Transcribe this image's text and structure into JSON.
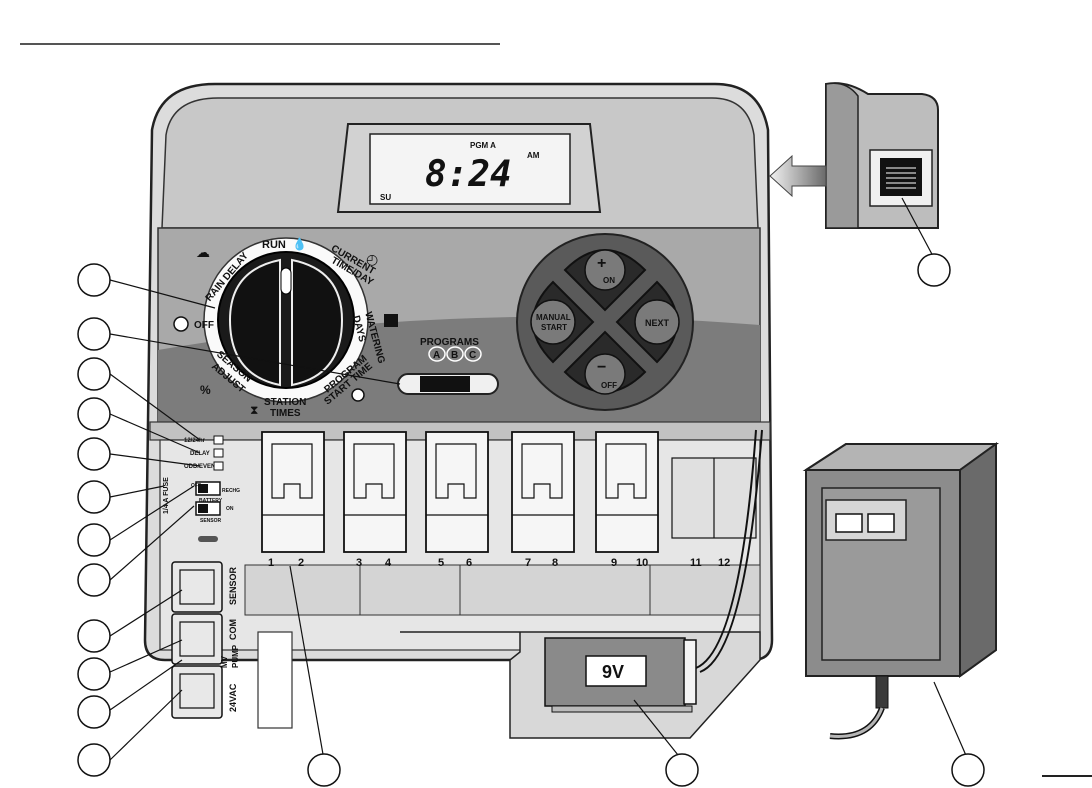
{
  "lcd": {
    "program": "PGM A",
    "time": "8:24",
    "ampm": "AM",
    "day": "SU"
  },
  "dial": {
    "run": "RUN",
    "current_line1": "CURRENT",
    "current_line2": "TIME/DAY",
    "watering_line1": "WATERING",
    "watering_line2": "DAYS",
    "program_line1": "PROGRAM",
    "program_line2": "START TIME",
    "station_line1": "STATION",
    "station_line2": "TIMES",
    "season_line1": "SEASON",
    "season_line2": "ADJUST",
    "percent": "%",
    "off": "OFF",
    "rain_delay": "RAIN DELAY"
  },
  "programs": {
    "title": "PROGRAMS",
    "a": "A",
    "b": "B",
    "c": "C"
  },
  "buttons": {
    "plus_sym": "+",
    "plus": "ON",
    "minus_sym": "−",
    "minus": "OFF",
    "manual_line1": "MANUAL",
    "manual_line2": "START",
    "next": "NEXT"
  },
  "switches": {
    "h12_24": "12/24hr",
    "delay": "DELAY",
    "odd_even": "ODD/EVEN",
    "fuse": "1/4 A FUSE",
    "battery": "BATTERY",
    "off": "OFF",
    "on": "ON",
    "recharge": "RECHG",
    "sensor": "SENSOR"
  },
  "terminals": {
    "sensor": "SENSOR",
    "com": "COM",
    "mv_line1": "MV",
    "mv_line2": "PUMP",
    "vac": "24VAC"
  },
  "stations": [
    "1",
    "2",
    "3",
    "4",
    "5",
    "6",
    "7",
    "8",
    "9",
    "10",
    "11",
    "12"
  ],
  "battery": {
    "label": "9V"
  }
}
